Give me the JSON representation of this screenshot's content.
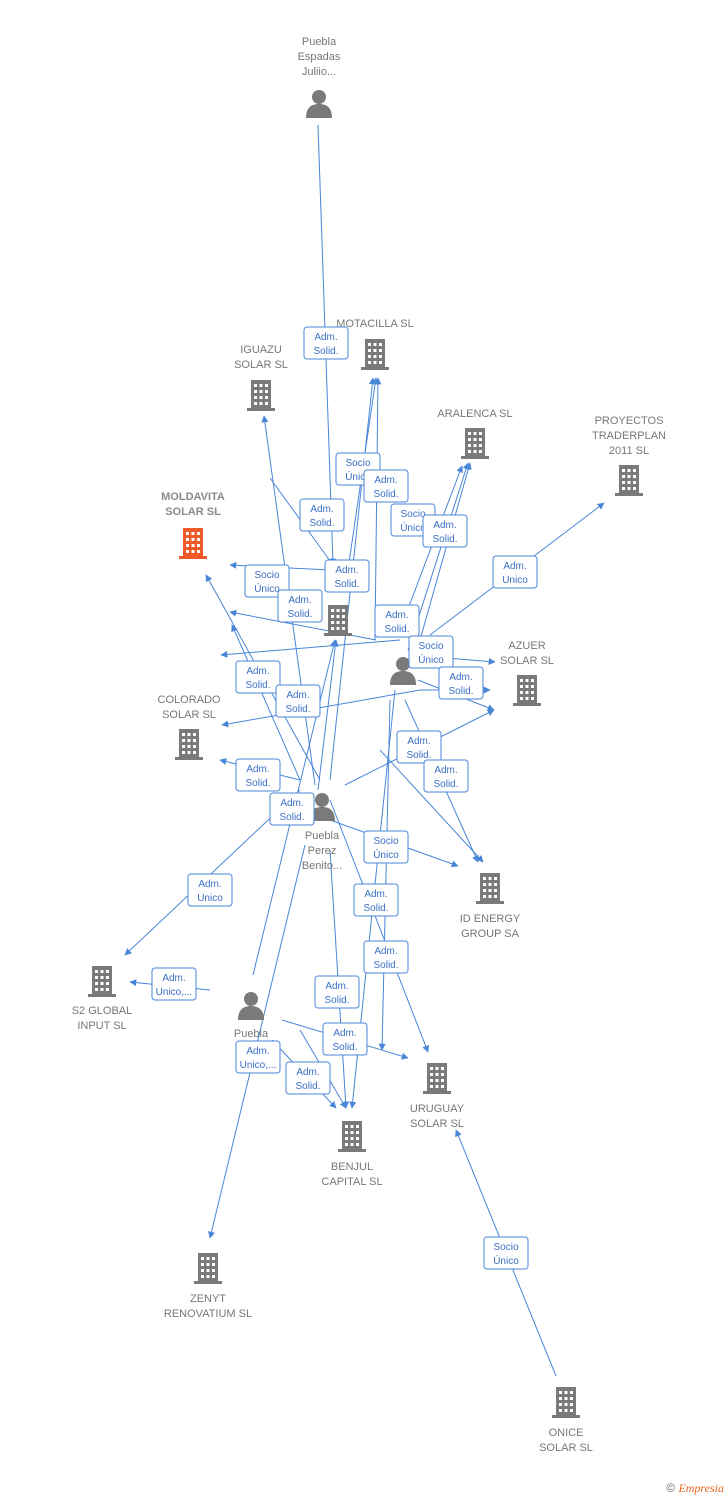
{
  "colors": {
    "edge": "#4a86d8",
    "node": "#7a7a7a",
    "focus": "#f05a28"
  },
  "nodes": [
    {
      "id": "puebla_espadas",
      "kind": "person",
      "label": [
        "Puebla",
        "Espadas",
        "Juliio..."
      ]
    },
    {
      "id": "motacilla",
      "kind": "company",
      "label": [
        "MOTACILLA SL"
      ]
    },
    {
      "id": "iguazu",
      "kind": "company",
      "label": [
        "IGUAZU",
        "SOLAR SL"
      ]
    },
    {
      "id": "aralenca",
      "kind": "company",
      "label": [
        "ARALENCA SL"
      ]
    },
    {
      "id": "proyectos",
      "kind": "company",
      "label": [
        "PROYECTOS",
        "TRADERPLAN",
        "2011 SL"
      ]
    },
    {
      "id": "moldavita",
      "kind": "company",
      "focus": true,
      "label": [
        "MOLDAVITA",
        "SOLAR SL"
      ]
    },
    {
      "id": "center_company",
      "kind": "company",
      "label": []
    },
    {
      "id": "person_right",
      "kind": "person",
      "label": []
    },
    {
      "id": "azuer",
      "kind": "company",
      "label": [
        "AZUER",
        "SOLAR SL"
      ]
    },
    {
      "id": "colorado",
      "kind": "company",
      "label": [
        "COLORADO",
        "SOLAR SL"
      ]
    },
    {
      "id": "puebla_perez",
      "kind": "person",
      "label": [
        "Puebla",
        "Perez",
        "Benito..."
      ]
    },
    {
      "id": "id_energy",
      "kind": "company",
      "label": [
        "ID ENERGY",
        "GROUP SA"
      ]
    },
    {
      "id": "s2_global",
      "kind": "company",
      "label": [
        "S2 GLOBAL",
        "INPUT SL"
      ]
    },
    {
      "id": "puebla_pe",
      "kind": "person",
      "label": [
        "Puebla",
        "Pe...",
        "A..."
      ]
    },
    {
      "id": "uruguay",
      "kind": "company",
      "label": [
        "URUGUAY",
        "SOLAR SL"
      ]
    },
    {
      "id": "benjul",
      "kind": "company",
      "label": [
        "BENJUL",
        "CAPITAL SL"
      ]
    },
    {
      "id": "zenyt",
      "kind": "company",
      "label": [
        "ZENYT",
        "RENOVATIUM SL"
      ]
    },
    {
      "id": "onice",
      "kind": "company",
      "label": [
        "ONICE",
        "SOLAR SL"
      ]
    }
  ],
  "edge_labels": [
    [
      "Adm.",
      "Solid."
    ],
    [
      "Socio",
      "Único"
    ],
    [
      "Adm.",
      "Solid."
    ],
    [
      "Adm.",
      "Solid."
    ],
    [
      "Socio",
      "Único"
    ],
    [
      "Adm.",
      "Solid."
    ],
    [
      "Adm.",
      "Unico"
    ],
    [
      "Socio",
      "Único"
    ],
    [
      "Adm.",
      "Solid."
    ],
    [
      "Adm.",
      "Solid."
    ],
    [
      "Adm.",
      "Solid."
    ],
    [
      "Socio",
      "Único"
    ],
    [
      "Adm.",
      "Solid."
    ],
    [
      "Adm.",
      "Solid."
    ],
    [
      "Adm.",
      "Solid."
    ],
    [
      "Adm.",
      "Solid."
    ],
    [
      "Adm.",
      "Solid."
    ],
    [
      "Adm.",
      "Solid."
    ],
    [
      "Adm.",
      "Solid."
    ],
    [
      "Socio",
      "Único"
    ],
    [
      "Adm.",
      "Unico"
    ],
    [
      "Adm.",
      "Solid."
    ],
    [
      "Adm.",
      "Unico,..."
    ],
    [
      "Adm.",
      "Solid."
    ],
    [
      "Adm.",
      "Solid."
    ],
    [
      "Adm.",
      "Solid."
    ],
    [
      "Adm.",
      "Unico,..."
    ],
    [
      "Adm.",
      "Solid."
    ],
    [
      "Socio",
      "Único"
    ]
  ],
  "footer": {
    "copyright": "©",
    "brand": "Empresia"
  }
}
